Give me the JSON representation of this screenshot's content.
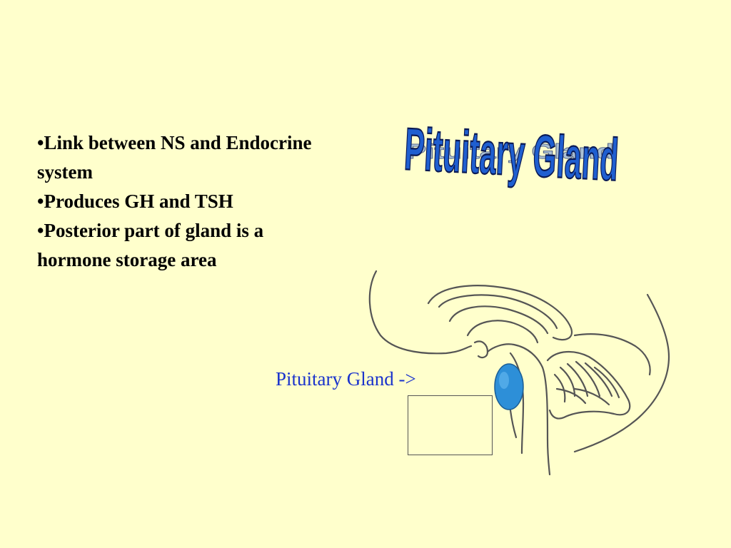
{
  "slide": {
    "bullets": [
      "•Link between NS and Endocrine system",
      "•Produces GH and TSH",
      "•Posterior part of gland is a hormone storage area"
    ],
    "title_wordart": "Pituitary Gland",
    "arrow_label": "Pituitary Gland ->"
  },
  "colors": {
    "background": "#ffffcc",
    "wordart_fill": "#1f5fd0",
    "wordart_outline": "#0a1a55",
    "gland_fill": "#2d8fd8",
    "label_text": "#1a33cc",
    "outline": "#555555"
  }
}
